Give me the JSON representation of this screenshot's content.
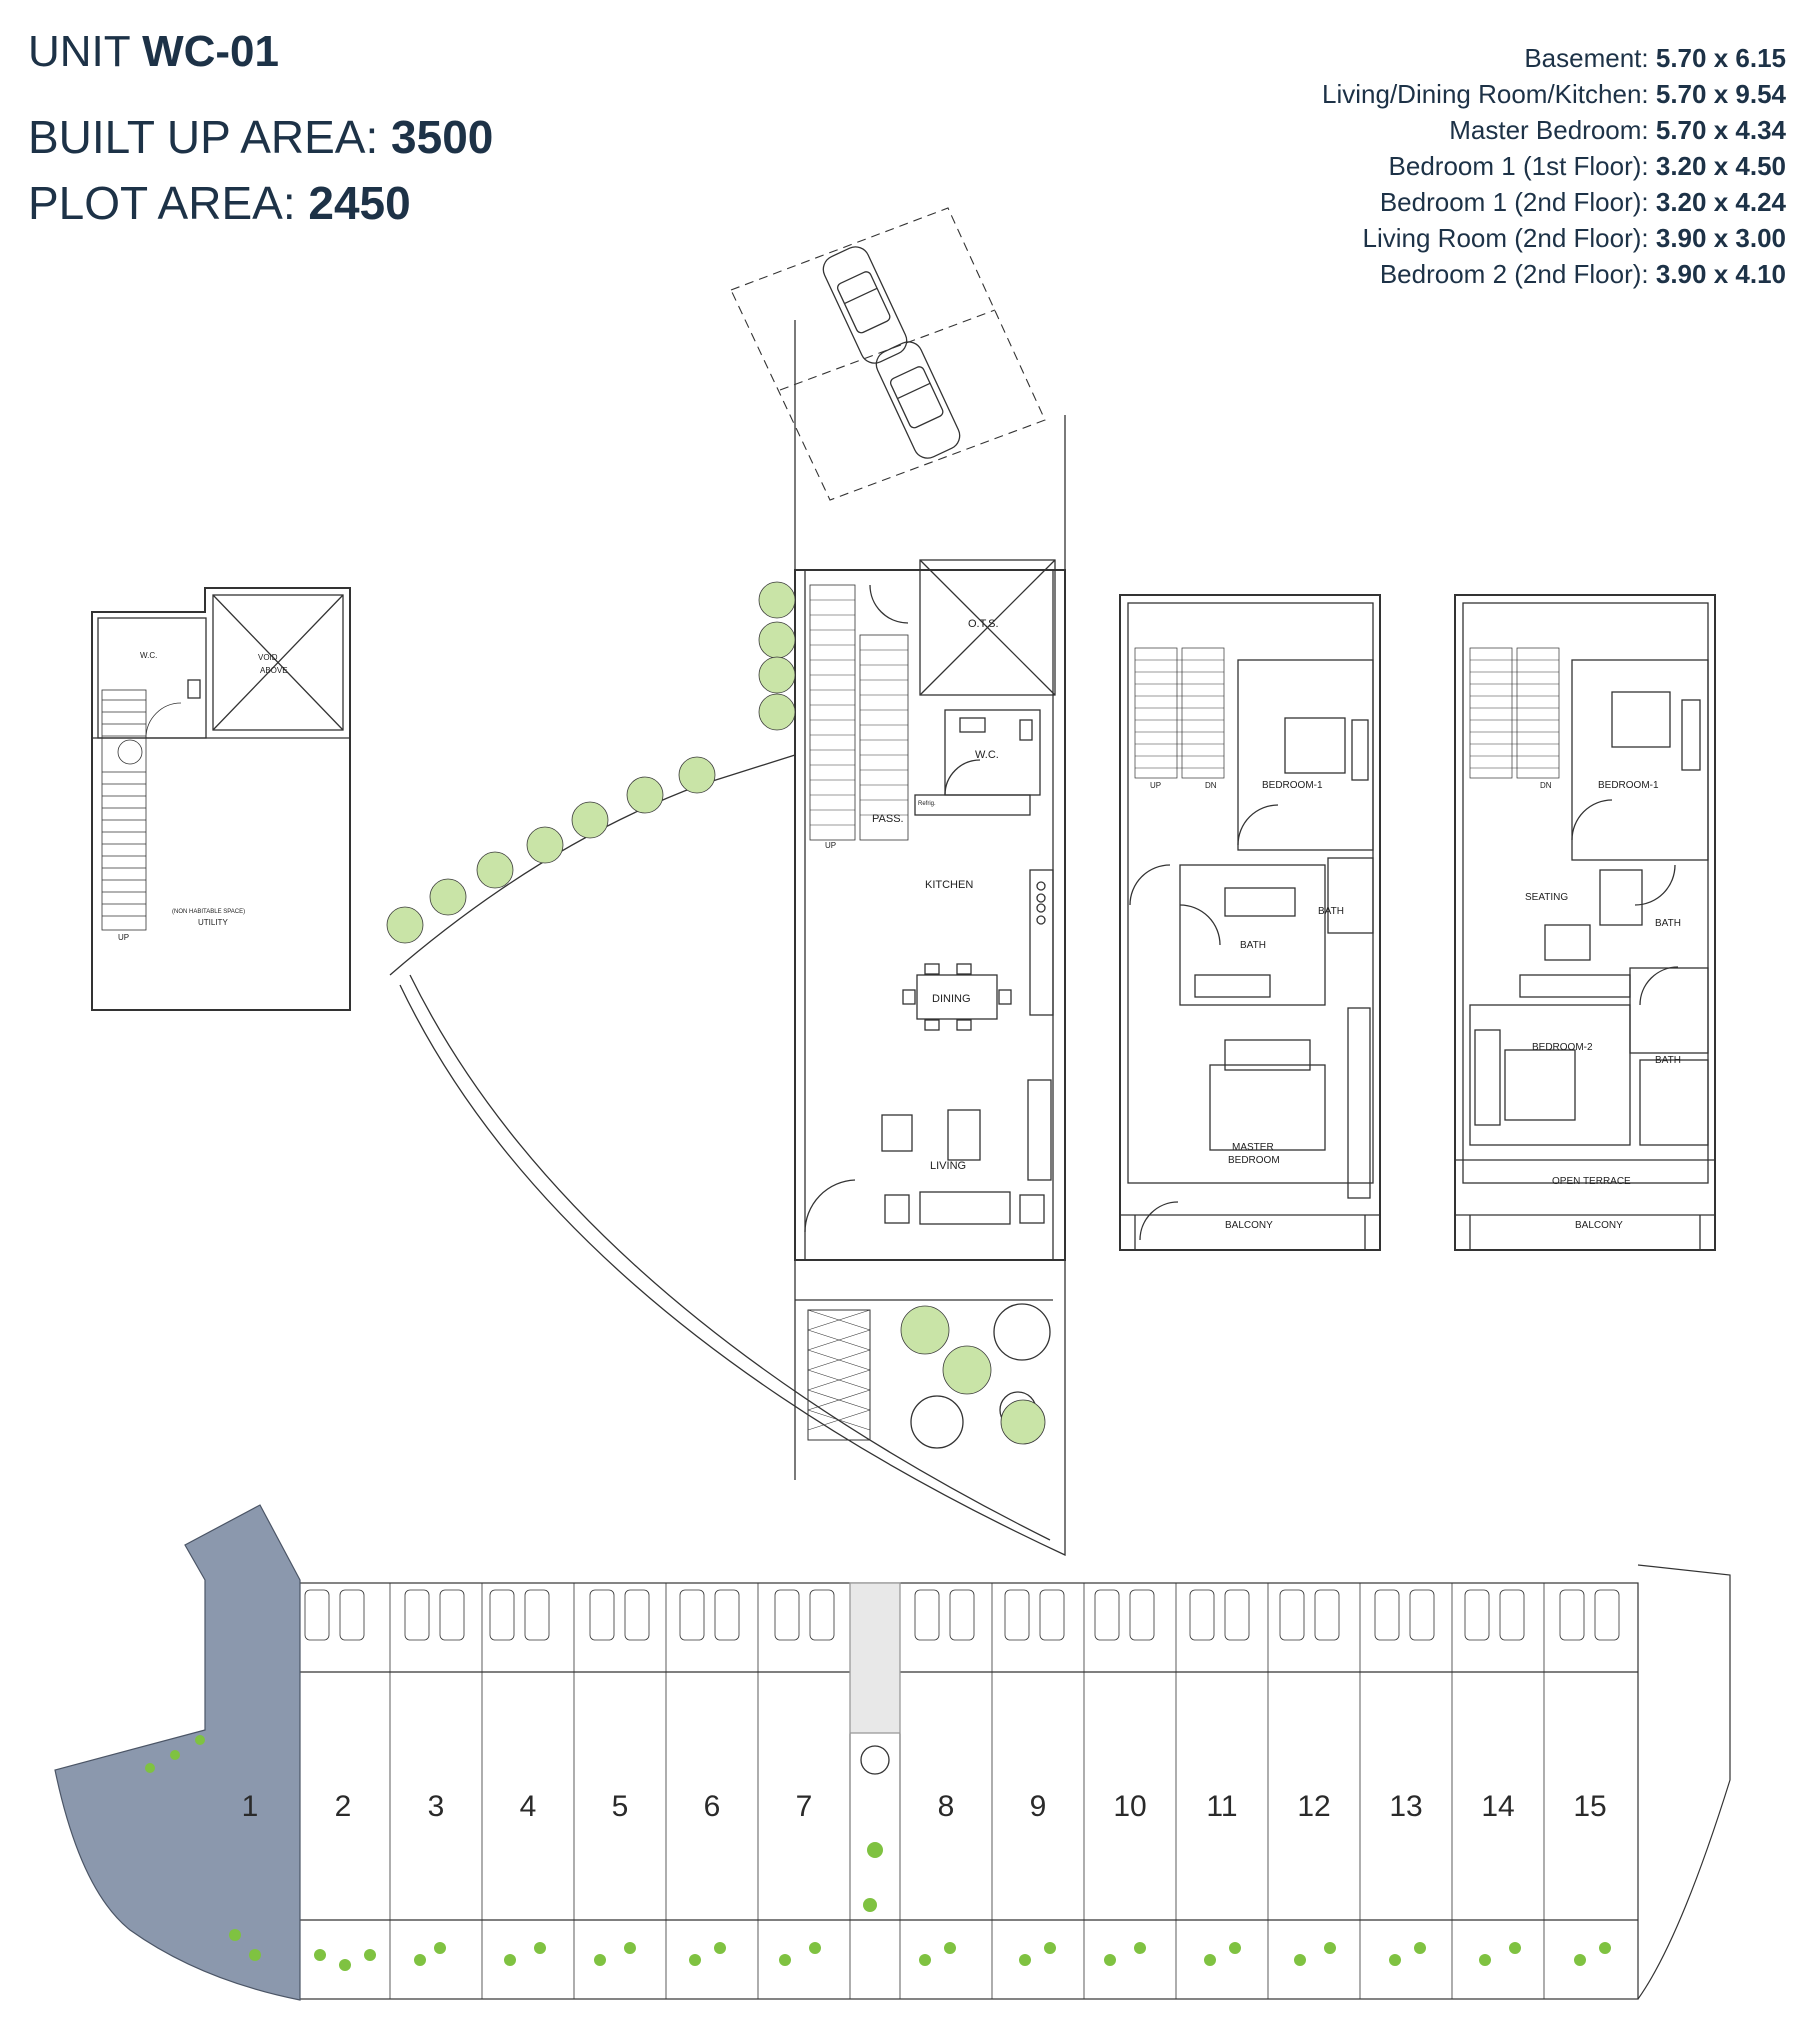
{
  "header": {
    "unit_prefix": "UNIT",
    "unit_code": "WC-01",
    "built_up_label": "BUILT UP AREA:",
    "built_up_value": "3500",
    "plot_label": "PLOT AREA:",
    "plot_value": "2450"
  },
  "specs": [
    {
      "label": "Basement:",
      "value": "5.70 x 6.15"
    },
    {
      "label": "Living/Dining Room/Kitchen:",
      "value": "5.70 x 9.54"
    },
    {
      "label": "Master Bedroom:",
      "value": "5.70 x 4.34"
    },
    {
      "label": "Bedroom 1 (1st Floor):",
      "value": "3.20 x 4.50"
    },
    {
      "label": "Bedroom 1 (2nd Floor):",
      "value": "3.20 x 4.24"
    },
    {
      "label": "Living Room (2nd Floor):",
      "value": "3.90 x 3.00"
    },
    {
      "label": "Bedroom 2 (2nd Floor):",
      "value": "3.90 x 4.10"
    }
  ],
  "basement": {
    "wc": "W.C.",
    "void_1": "VOID",
    "void_2": "ABOVE",
    "note": "(NON HABITABLE SPACE)",
    "utility": "UTILITY",
    "up": "UP"
  },
  "ground": {
    "ots": "O.T.S.",
    "wc": "W.C.",
    "pass": "PASS.",
    "refrig": "Refrig.",
    "up": "UP",
    "kitchen": "KITCHEN",
    "dining": "DINING",
    "living": "LIVING"
  },
  "first": {
    "up": "UP",
    "dn": "DN",
    "bedroom1": "BEDROOM-1",
    "bath_a": "BATH",
    "bath_b": "BATH",
    "master_1": "MASTER",
    "master_2": "BEDROOM",
    "balcony": "BALCONY"
  },
  "second": {
    "dn": "DN",
    "bedroom1": "BEDROOM-1",
    "seating": "SEATING",
    "bath_a": "BATH",
    "bath_b": "BATH",
    "bedroom2": "BEDROOM-2",
    "terrace": "OPEN TERRACE",
    "balcony": "BALCONY"
  },
  "site": {
    "units": [
      "1",
      "2",
      "3",
      "4",
      "5",
      "6",
      "7",
      "8",
      "9",
      "10",
      "11",
      "12",
      "13",
      "14",
      "15"
    ],
    "highlight_color": "#8b98ad",
    "plant_color": "#7fc241",
    "highlighted_unit": "1"
  }
}
